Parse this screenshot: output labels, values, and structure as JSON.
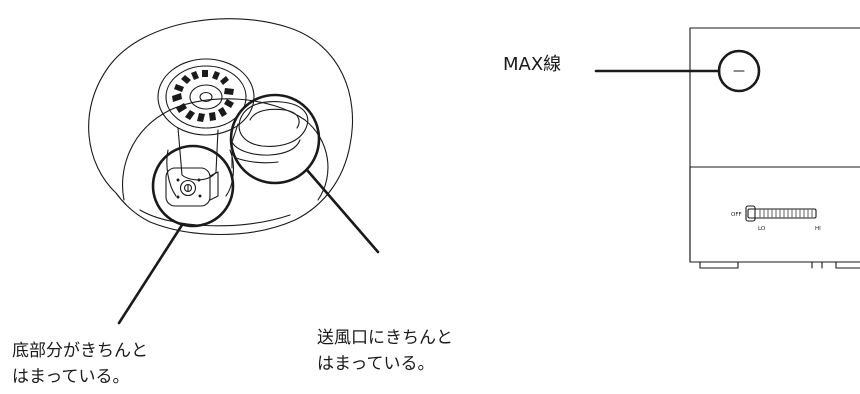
{
  "labels": {
    "max_line": "MAX線",
    "vent": [
      "送風口にきちんと",
      "はまっている。"
    ],
    "base": [
      "底部分がきちんと",
      "はまっている。"
    ]
  },
  "control_panel": {
    "off": "OFF",
    "lo": "LO",
    "hi": "HI"
  },
  "colors": {
    "stroke": "#1a1a1a",
    "fill": "#ffffff"
  }
}
